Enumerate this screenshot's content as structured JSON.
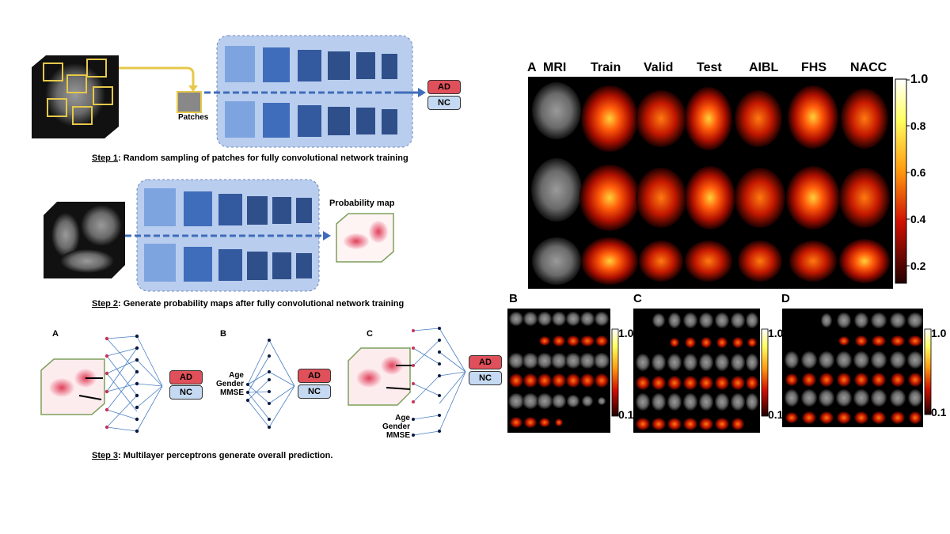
{
  "left": {
    "step1": {
      "label": "Step 1",
      "text": ": Random sampling of patches for fully convolutional network training",
      "patches_label": "Patches",
      "ad": "AD",
      "nc": "NC"
    },
    "step2": {
      "label": "Step 2",
      "text": ":  Generate probability maps after fully convolutional network training",
      "prob_map_label": "Probability map"
    },
    "step3": {
      "label": "Step 3",
      "text": ": Multilayer perceptrons generate overall prediction.",
      "panel_a": "A",
      "panel_b": "B",
      "panel_c": "C",
      "ad": "AD",
      "nc": "NC",
      "inputs_b": [
        "Age",
        "Gender",
        "MMSE"
      ],
      "inputs_c": [
        "Age",
        "Gender",
        "MMSE"
      ]
    }
  },
  "right": {
    "panel_a": {
      "letter": "A",
      "columns": [
        "MRI",
        "Train",
        "Valid",
        "Test",
        "AIBL",
        "FHS",
        "NACC"
      ],
      "colorbar_ticks": [
        "1.0",
        "0.8",
        "0.6",
        "0.4",
        "0.2"
      ]
    },
    "panel_b": {
      "letter": "B",
      "ticks": [
        "1.0",
        "0.1"
      ]
    },
    "panel_c": {
      "letter": "C",
      "ticks": [
        "1.0",
        "0.1"
      ]
    },
    "panel_d": {
      "letter": "D",
      "ticks": [
        "1.0",
        "0.1"
      ]
    }
  },
  "colors": {
    "ad": "#e0505a",
    "nc": "#c5daf2",
    "block_light": "#6f9ad8",
    "block_dark": "#2f4f8a",
    "panel_bg": "#b9cdee",
    "heat_hot": "#ff3a00"
  }
}
